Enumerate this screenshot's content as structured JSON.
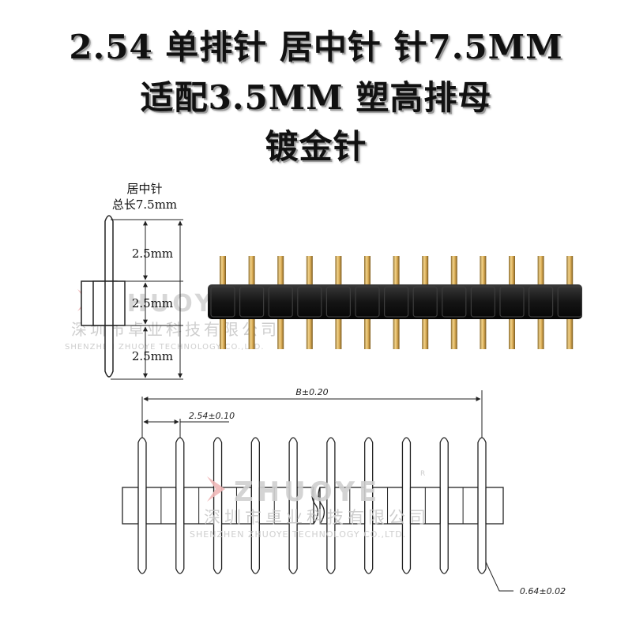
{
  "title": {
    "line1": "2.54 单排针 居中针 针7.5MM",
    "line2": "适配3.5MM 塑高排母",
    "line3": "镀金针"
  },
  "side_view": {
    "label_top": "居中针",
    "label_total": "总长7.5mm",
    "dim_top": "2.5mm",
    "dim_mid": "2.5mm",
    "dim_bottom": "2.5mm"
  },
  "photo": {
    "pin_count": 13
  },
  "drawing": {
    "dim_total": "B±0.20",
    "dim_pitch": "2.54±0.10",
    "dim_pin": "0.64±0.02",
    "pin_count": 10
  },
  "watermark": {
    "brand": "ZHUOYE",
    "chinese": "深圳市卓业科技有限公司",
    "english": "SHENZHEN ZHUOYE TECHNOLOGY CO.,LTD.",
    "registered": "R"
  },
  "colors": {
    "title": "#111111",
    "dim_line": "#222222",
    "pin_gold": "#d2a24a",
    "housing": "#161616",
    "watermark": "#c9c9c9",
    "watermark_accent": "#f0b8b8"
  }
}
